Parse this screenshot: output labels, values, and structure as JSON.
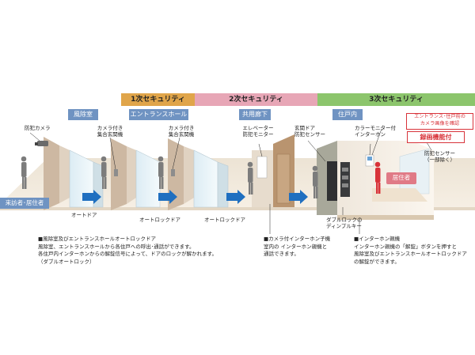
{
  "security_bands": [
    {
      "label": "1次セキュリティ",
      "color": "#e0a54a"
    },
    {
      "label": "2次セキュリティ",
      "color": "#e7a6b6"
    },
    {
      "label": "3次セキュリティ",
      "color": "#8cc56c"
    }
  ],
  "zones": [
    {
      "label": "風除室"
    },
    {
      "label": "エントランスホール"
    },
    {
      "label": "共用廊下"
    },
    {
      "label": "住戸内"
    }
  ],
  "labels": {
    "camera": "防犯カメラ",
    "entrance_intercom_1": [
      "カメラ付き",
      "集合玄関機"
    ],
    "entrance_intercom_2": [
      "カメラ付き",
      "集合玄関機"
    ],
    "elevator_monitor": [
      "エレベーター",
      "防犯モニター"
    ],
    "door_sensor": [
      "玄関ドア",
      "防犯センサー"
    ],
    "color_monitor": [
      "カラーモニター付",
      "インターホン"
    ],
    "auto_door": "オートドア",
    "autolock_door_1": "オートロックドア",
    "autolock_door_2": "オートロックドア",
    "double_lock": [
      "ダブルロックの",
      "ディンプルキー"
    ],
    "window_sensor": [
      "防犯センサー",
      "（一部除く）"
    ]
  },
  "tags": {
    "visitor": "来訪者･居住者",
    "resident": "居住者"
  },
  "callouts": {
    "camera_confirm": [
      "エントランス･住戸前の",
      "カメラ画像を確認"
    ],
    "recording": "録画機能付"
  },
  "descriptions": {
    "d1": [
      "■風除室及びエントランスホールオートロックドア",
      "風除室、エントランスホールから各住戸への呼出･通話ができます。",
      "各住戸内インターホンからの解錠信号によって、ドアのロックが解かれます。",
      "（ダブルオートロック）"
    ],
    "d2": [
      "■カメラ付インターホン子機",
      "室内の インターホン親機と",
      "通話できます。"
    ],
    "d3": [
      "■インターホン親機",
      "インターホン親機の「解錠」ボタンを押すと",
      "風除室及びエントランスホールオートロックドア",
      "の解錠ができます。"
    ]
  },
  "colors": {
    "zone_header": "#6f93c2",
    "arrow": "#1f6fc0",
    "accent_red": "#d8333a",
    "resident_tag": "#e07a86",
    "visitor_tag": "#6f93c2"
  }
}
